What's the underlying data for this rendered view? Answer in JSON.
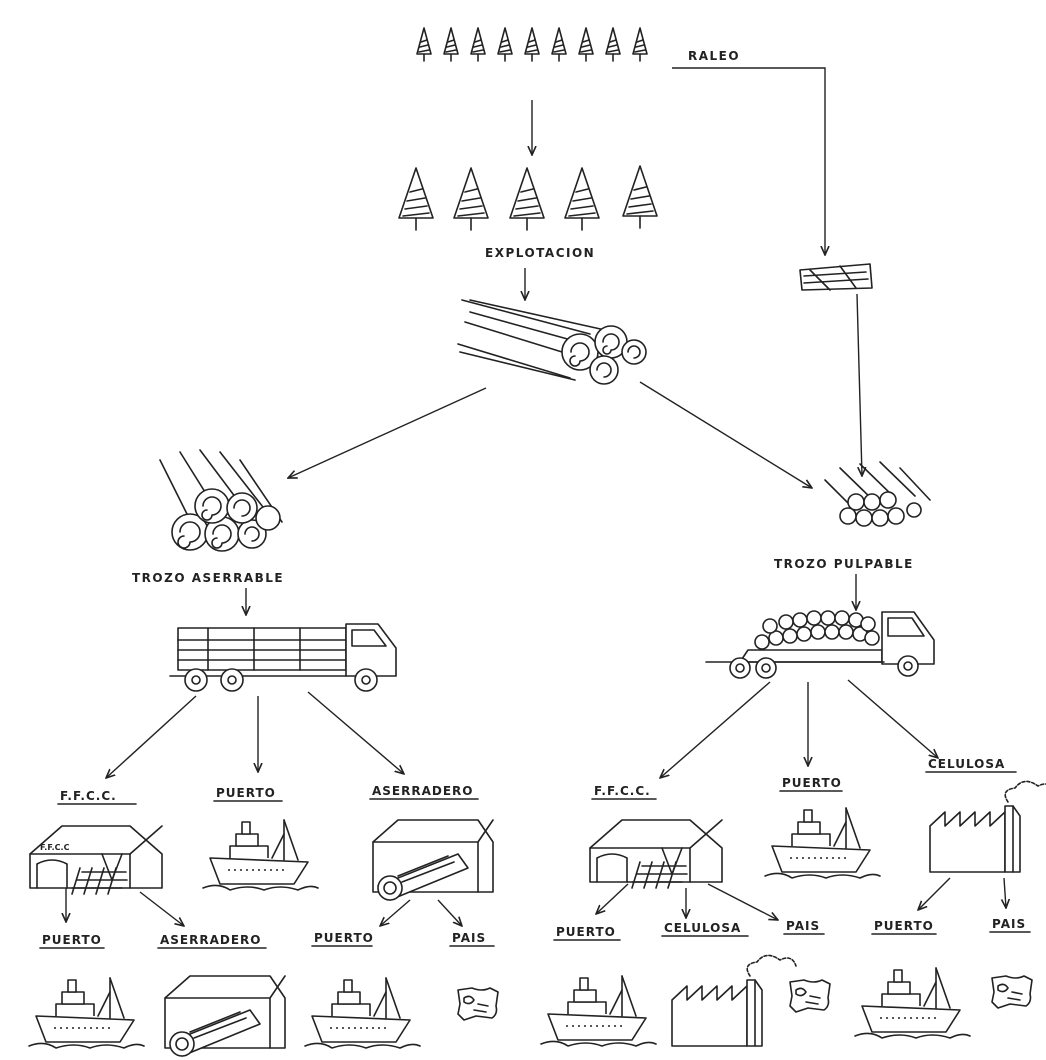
{
  "labels": {
    "raleo": "RALEO",
    "explotacion": "EXPLOTACION",
    "trozo_aserrable": "TROZO ASERRABLE",
    "trozo_pulpable": "TROZO PULPABLE",
    "left_ffcc": "F.F.C.C.",
    "left_puerto": "PUERTO",
    "left_aserradero": "ASERRADERO",
    "right_ffcc": "F.F.C.C.",
    "right_puerto": "PUERTO",
    "right_celulosa": "CELULOSA",
    "l_ffcc_puerto": "PUERTO",
    "l_ffcc_aserradero": "ASERRADERO",
    "l_aser_puerto": "PUERTO",
    "l_aser_pais": "PAIS",
    "r_ffcc_puerto": "PUERTO",
    "r_ffcc_celulosa": "CELULOSA",
    "r_ffcc_pais": "PAIS",
    "r_cel_puerto": "PUERTO",
    "r_cel_pais": "PAIS",
    "shed_sign": "F.F.C.C"
  }
}
